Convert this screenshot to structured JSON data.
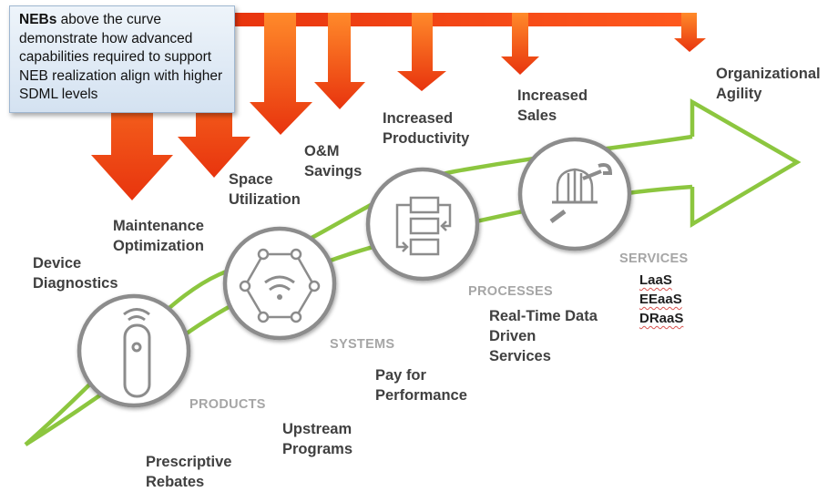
{
  "callout": {
    "bold": "NEBs",
    "text": " above the curve demonstrate how advanced capabilities required to support NEB realization align with higher SDML levels"
  },
  "benefits": [
    {
      "lines": [
        "Device",
        "Diagnostics"
      ]
    },
    {
      "lines": [
        "Maintenance",
        "Optimization"
      ]
    },
    {
      "lines": [
        "Space",
        "Utilization"
      ]
    },
    {
      "lines": [
        "O&M",
        "Savings"
      ]
    },
    {
      "lines": [
        "Increased",
        "Productivity"
      ]
    },
    {
      "lines": [
        "Increased",
        "Sales"
      ]
    },
    {
      "lines": [
        "Organizational",
        "Agility"
      ]
    }
  ],
  "programs": [
    {
      "lines": [
        "Prescriptive",
        "Rebates"
      ]
    },
    {
      "lines": [
        "Upstream",
        "Programs"
      ]
    },
    {
      "lines": [
        "Pay for",
        "Performance"
      ]
    },
    {
      "lines": [
        "Real-Time Data",
        "Driven",
        "Services"
      ]
    }
  ],
  "categories": [
    "PRODUCTS",
    "SYSTEMS",
    "PROCESSES",
    "SERVICES"
  ],
  "services": [
    "LaaS",
    "EEaaS",
    "DRaaS"
  ],
  "icons": [
    "remote-control-icon",
    "wifi-network-icon",
    "process-flow-icon",
    "hardhat-wrench-icon"
  ],
  "colors": {
    "arrow_dark": "#e8340e",
    "arrow_light": "#ff8a2a",
    "curve": "#8cc63f",
    "circle_border": "#8c8c8c",
    "circle_fill": "#ffffff",
    "text": "#404040",
    "category_text": "#a6a6a6"
  }
}
